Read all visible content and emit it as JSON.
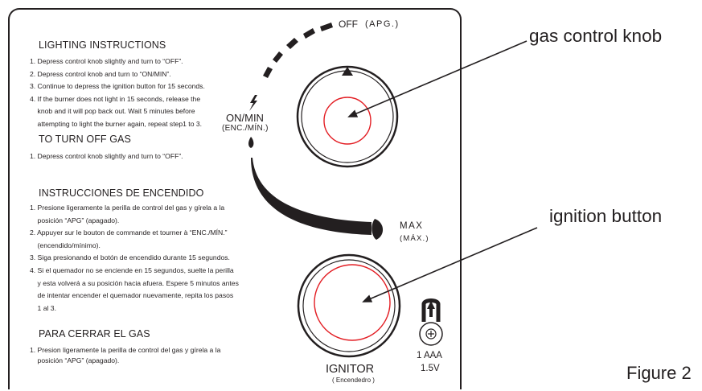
{
  "lighting": {
    "title": "LIGHTING INSTRUCTIONS",
    "steps": [
      "1. Depress control knob slightly and turn to “OFF”.",
      "2. Depress control knob and turn to “ON/MIN”.",
      "3. Continue to depress the ignition button for 15 seconds.",
      "4. If the burner does not light in 15 seconds, release the",
      "    knob and it will pop back out. Wait 5 minutes before",
      "    attempting to light the burner again, repeat step1 to 3."
    ]
  },
  "turn_off": {
    "title": "TO TURN OFF GAS",
    "steps": [
      "1. Depress control knob slightly and turn to “OFF”."
    ]
  },
  "instrucciones": {
    "title": "INSTRUCCIONES DE ENCENDIDO",
    "steps": [
      "1. Presione ligeramente la perilla de control del gas y gírela a la",
      "    posición “APG” (apagado).",
      "2. Appuyer sur le bouton de commande et tourner à “ENC./MÍN.”",
      "    (encendido/mínimo).",
      "3. Siga presionando el botón de encendido durante 15 segundos.",
      "4. Si el quemador no se enciende en 15 segundos, suelte la perilla",
      "    y esta volverá a su posición hacia afuera. Espere 5 minutos antes",
      "    de intentar encender el quemador nuevamente, repita los pasos",
      "    1 al 3."
    ]
  },
  "cerrar": {
    "title": "PARA CERRAR EL GAS",
    "steps": [
      "1. Presion ligeramente la perilla de control del gas y gírela a la",
      "    posición “APG” (apagado)."
    ]
  },
  "dial": {
    "off_label": "OFF",
    "off_label_es": "(APG.)",
    "onmin_label": "ON/MIN",
    "onmin_label_es": "(ENC./MÍN.)",
    "max_label": "MAX",
    "max_label_es": "(MÁX.)"
  },
  "ignitor": {
    "label": "IGNITOR",
    "label_es": "( Encendedro )"
  },
  "battery": {
    "line1": "1 AAA",
    "line2": "1.5V"
  },
  "callouts": {
    "knob": "gas control knob",
    "button": "ignition button"
  },
  "figure_label": "Figure 2",
  "colors": {
    "ink": "#231f20",
    "red_ring": "#e31e24",
    "background": "#ffffff"
  }
}
